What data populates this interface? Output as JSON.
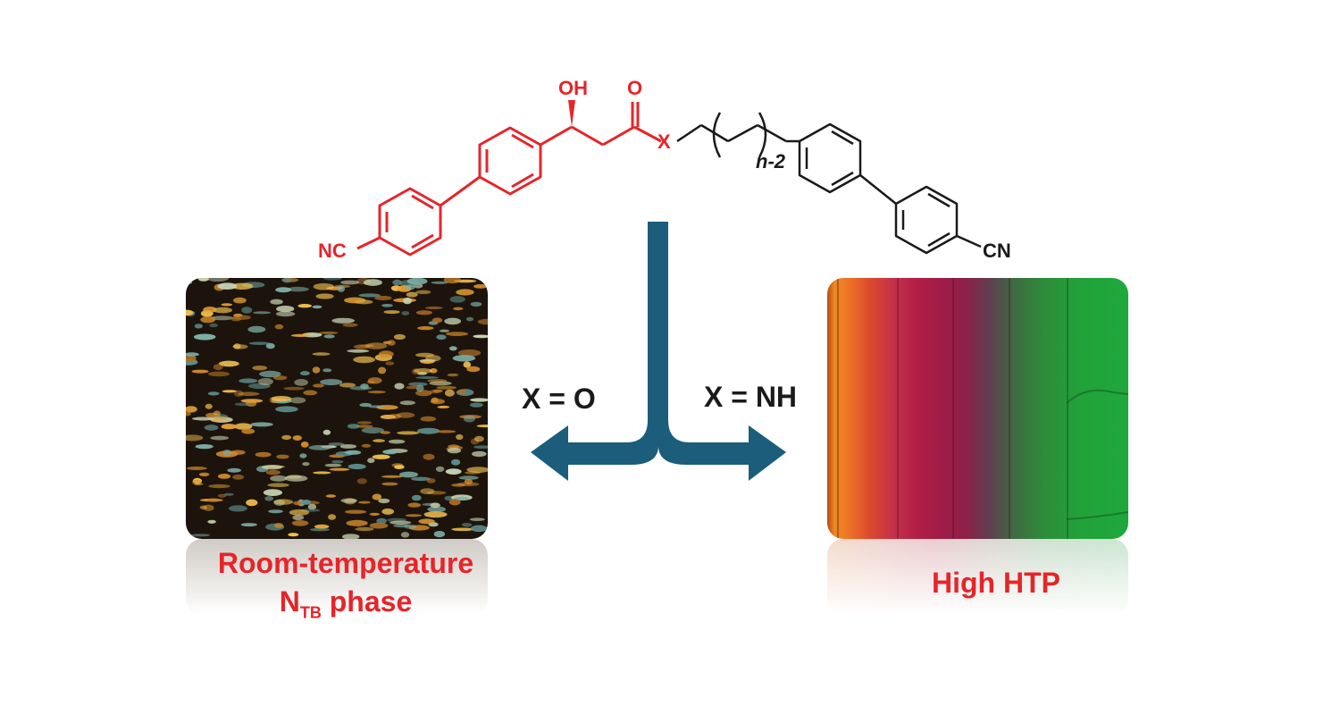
{
  "molecule": {
    "oh_label": "OH",
    "o_label": "O",
    "x_label": "X",
    "n_label": "n-2",
    "nc_label": "NC",
    "cn_label": "CN",
    "highlight_color": "#e5252a",
    "base_color": "#1a1a1a"
  },
  "branches": {
    "left_condition": "X = O",
    "right_condition": "X = NH",
    "arrow_color": "#1b5d7a"
  },
  "left_result": {
    "line1": "Room-temperature",
    "line2_main": "N",
    "line2_subscript": "TB",
    "line2_rest": " phase"
  },
  "right_result": {
    "label": "High HTP"
  }
}
